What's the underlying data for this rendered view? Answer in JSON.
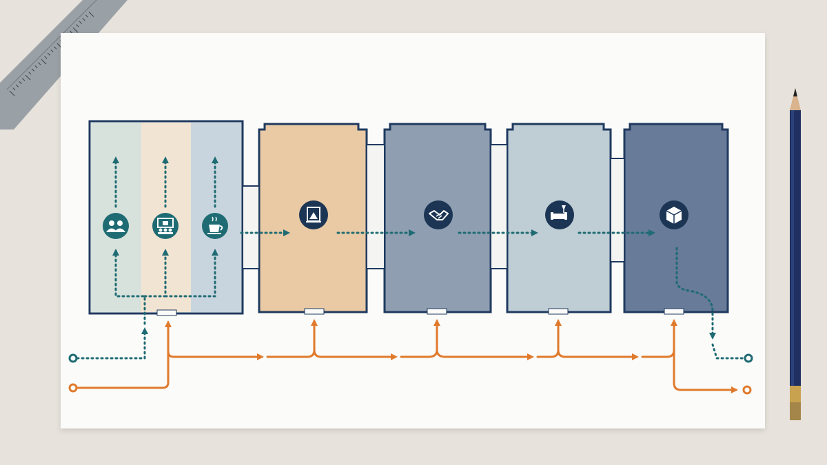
{
  "palette": {
    "background": "#e7e2dc",
    "paper": "#fbfbf9",
    "wall": "#1f3a5f",
    "teal_path": "#1e6b73",
    "orange_path": "#e07a2c",
    "icon_badge": "#1c3554"
  },
  "rooms": [
    {
      "id": "room-1",
      "zones": [
        {
          "fill": "#d8e2dc",
          "icon": "people-group-icon",
          "badge": "#1e6b73"
        },
        {
          "fill": "#f2e4d2",
          "icon": "presentation-group-icon",
          "badge": "#1e6b73"
        },
        {
          "fill": "#c9d5de",
          "icon": "coffee-cup-icon",
          "badge": "#1e6b73"
        }
      ]
    },
    {
      "id": "room-2",
      "fill": "#e9caa4",
      "icon": "framed-picture-icon"
    },
    {
      "id": "room-3",
      "fill": "#8f9eb1",
      "icon": "handshake-icon"
    },
    {
      "id": "room-4",
      "fill": "#bfcdd4",
      "icon": "lounge-sofa-icon"
    },
    {
      "id": "room-5",
      "fill": "#687b98",
      "icon": "package-box-icon"
    }
  ],
  "paths": [
    {
      "id": "visitor-path",
      "style": "dotted",
      "color": "#1e6b73"
    },
    {
      "id": "service-path",
      "style": "solid",
      "color": "#e07a2c"
    }
  ],
  "props": [
    "ruler",
    "pencil"
  ]
}
